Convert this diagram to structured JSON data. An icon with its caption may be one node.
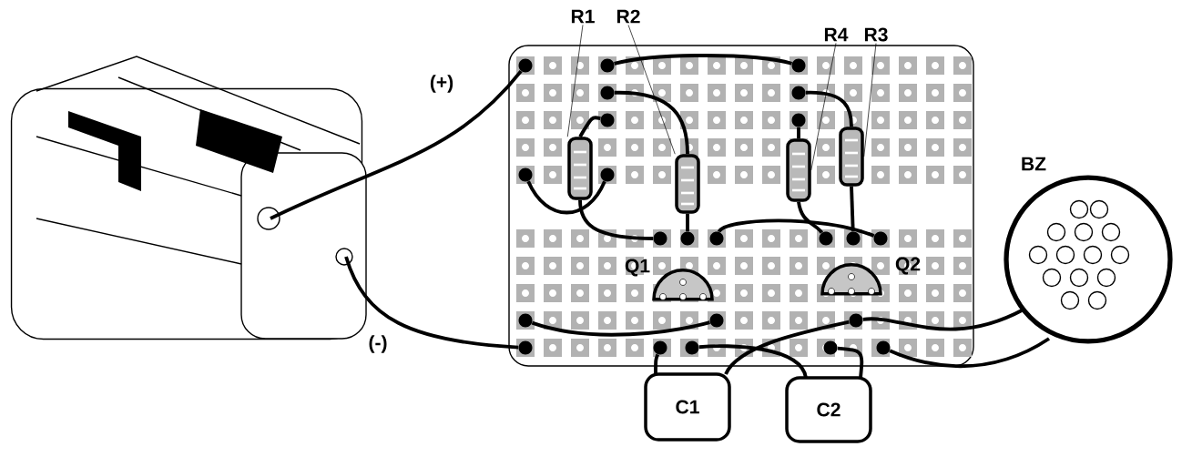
{
  "diagram": {
    "nodes": [
      {
        "text": [],
        "shape": "picture"
      },
      {
        "text": [
          "R1"
        ]
      },
      {
        "text": [
          "R2"
        ]
      },
      {
        "text": [
          "R4"
        ]
      },
      {
        "text": [
          "R3"
        ]
      },
      {
        "text": [],
        "shape": "bar"
      },
      {
        "text": [],
        "shape": "bar"
      },
      {
        "text": [],
        "shape": "bar"
      },
      {
        "text": [],
        "shape": "bar"
      },
      {
        "text": [],
        "shape": "semicircle",
        "beside": [
          "Q1"
        ]
      },
      {
        "text": [],
        "shape": "semicircle",
        "beside": [
          "Q2"
        ]
      },
      {
        "text": [],
        "shape": "circle",
        "beside": [
          "BZ"
        ]
      },
      {
        "text": [
          "C1"
        ]
      },
      {
        "text": [
          "C2"
        ]
      },
      {
        "text": [],
        "shape": "dot"
      },
      {
        "text": [],
        "shape": "dot"
      },
      {
        "text": [],
        "shape": "dot"
      },
      {
        "text": [],
        "shape": "dot"
      },
      {
        "text": [],
        "shape": "dot"
      },
      {
        "text": [],
        "shape": "dot"
      },
      {
        "text": [],
        "shape": "dot"
      },
      {
        "text": [],
        "shape": "dot"
      },
      {
        "text": [],
        "shape": "dot"
      },
      {
        "text": [],
        "shape": "dot"
      },
      {
        "text": [],
        "shape": "dot"
      },
      {
        "text": [],
        "shape": "dot"
      },
      {
        "text": [],
        "shape": "dot"
      },
      {
        "text": [],
        "shape": "dot"
      },
      {
        "text": [],
        "shape": "dot"
      },
      {
        "text": [],
        "shape": "dot"
      },
      {
        "text": [],
        "shape": "dot"
      },
      {
        "text": [],
        "shape": "dot"
      },
      {
        "text": [],
        "shape": "dot"
      },
      {
        "text": [],
        "shape": "dot"
      },
      {
        "text": [],
        "shape": "dot"
      },
      {
        "text": [],
        "shape": "dot"
      },
      {
        "text": [],
        "shape": "dot"
      }
    ],
    "edges": [
      {
        "from": 0,
        "to": 14,
        "arrow": "none",
        "label": "(+)"
      },
      {
        "from": 0,
        "to": 32,
        "arrow": "none",
        "label": "(-)"
      },
      {
        "from": 1,
        "to": 5,
        "arrow": "none"
      },
      {
        "from": 2,
        "to": 6,
        "arrow": "none"
      },
      {
        "from": 3,
        "to": 7,
        "arrow": "none"
      },
      {
        "from": 4,
        "to": 8,
        "arrow": "none"
      },
      {
        "from": 11,
        "to": 31,
        "arrow": "none"
      },
      {
        "from": 11,
        "to": 36,
        "arrow": "none"
      },
      {
        "from": 12,
        "to": 33,
        "arrow": "none"
      },
      {
        "from": 12,
        "to": 31,
        "arrow": "none"
      },
      {
        "from": 13,
        "to": 34,
        "arrow": "none"
      },
      {
        "from": 13,
        "to": 35,
        "arrow": "none"
      },
      {
        "from": 5,
        "to": 19,
        "arrow": "none"
      },
      {
        "from": 5,
        "to": 23,
        "arrow": "none"
      },
      {
        "from": 6,
        "to": 17,
        "arrow": "none"
      },
      {
        "from": 6,
        "to": 24,
        "arrow": "none"
      },
      {
        "from": 7,
        "to": 20,
        "arrow": "none"
      },
      {
        "from": 7,
        "to": 26,
        "arrow": "none"
      },
      {
        "from": 8,
        "to": 18,
        "arrow": "none"
      },
      {
        "from": 8,
        "to": 27,
        "arrow": "none"
      },
      {
        "from": 15,
        "to": 16,
        "arrow": "none"
      },
      {
        "from": 21,
        "to": 22,
        "arrow": "none"
      },
      {
        "from": 29,
        "to": 30,
        "arrow": "none"
      },
      {
        "from": 25,
        "to": 28,
        "arrow": "none"
      }
    ]
  }
}
